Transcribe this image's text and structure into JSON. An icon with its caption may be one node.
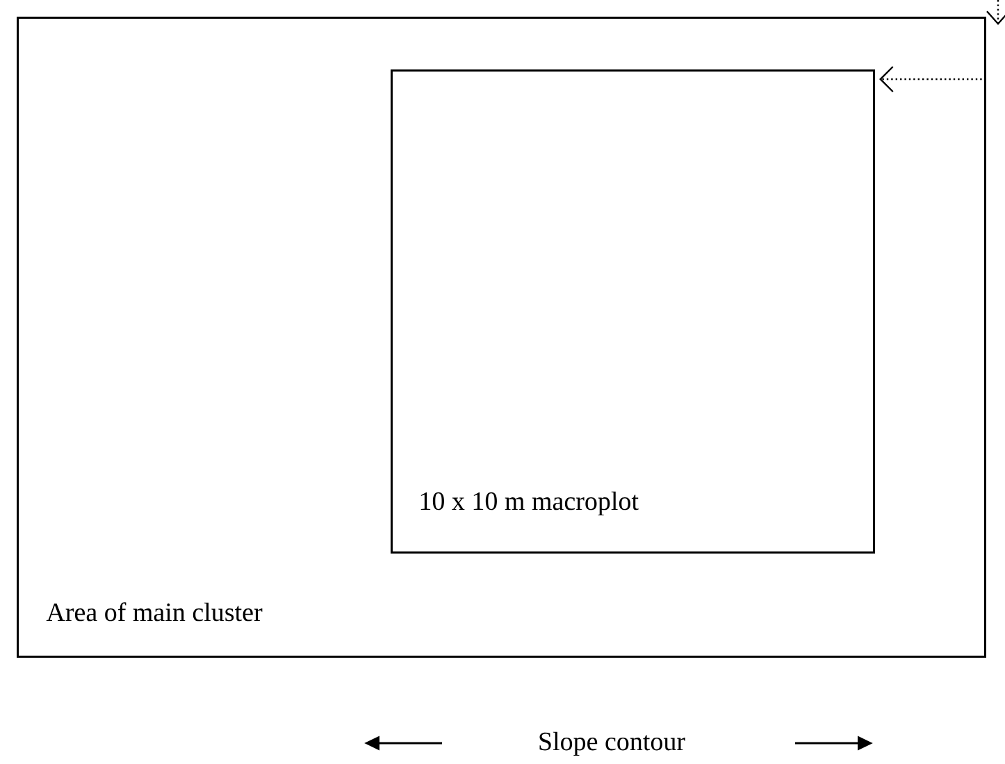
{
  "diagram": {
    "nodes": [
      {
        "text": [
          "Area of main cluster"
        ]
      },
      {
        "text": [
          "10 x 10 m macroplot"
        ],
        "in": 0
      }
    ],
    "edges": [
      {
        "from": 0,
        "to": 1,
        "arrow": "to",
        "style": "dashed"
      }
    ],
    "labels": [
      "Slope contour"
    ]
  }
}
